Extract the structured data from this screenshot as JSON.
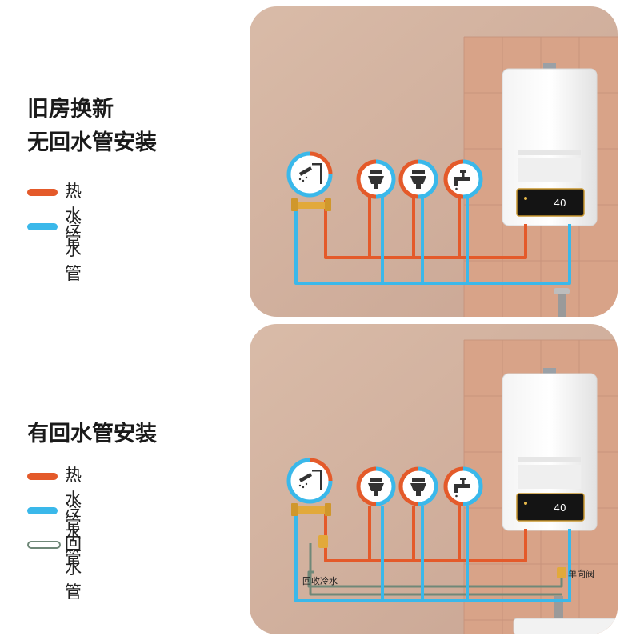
{
  "top": {
    "title_line1": "旧房换新",
    "title_line2": "无回水管安装",
    "legend": [
      {
        "label": "热水管",
        "kind": "hot"
      },
      {
        "label": "冷水管",
        "kind": "cold"
      }
    ]
  },
  "bottom": {
    "title": "有回水管安装",
    "legend": [
      {
        "label": "热水管",
        "kind": "hot"
      },
      {
        "label": "冷水管",
        "kind": "cold"
      },
      {
        "label": "回水管",
        "kind": "return"
      }
    ],
    "return_cold_label": "回收冷水",
    "check_valve_label": "单向阀"
  },
  "heater": {
    "display_value": "40"
  },
  "colors": {
    "hot": "#e45a2a",
    "cold": "#3ab8ea",
    "return": "#6f8878",
    "wall": "#d3b19d",
    "tile": "#d8a388",
    "brass": "#e2a93b"
  },
  "icons": [
    "shower-icon",
    "toilet-icon",
    "toilet-icon",
    "faucet-icon"
  ]
}
